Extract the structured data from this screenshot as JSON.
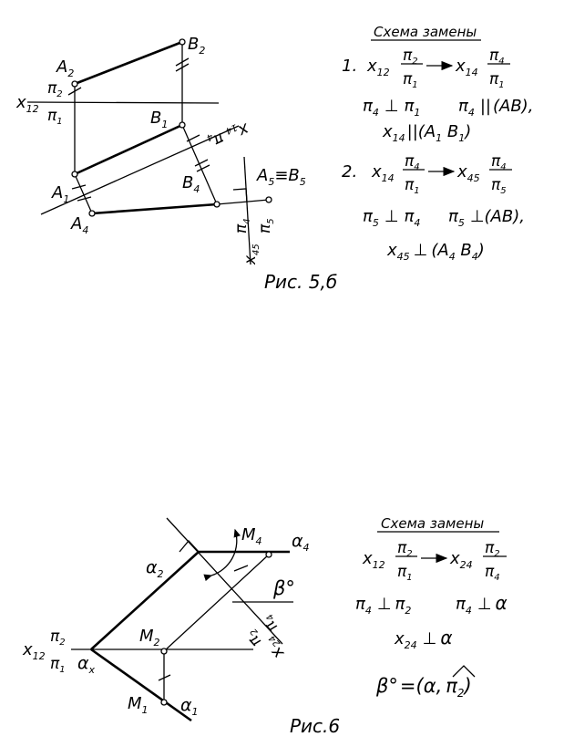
{
  "fig1": {
    "points": {
      "A2": {
        "m": "A",
        "s": "2"
      },
      "B2": {
        "m": "B",
        "s": "2"
      },
      "B1": {
        "m": "B",
        "s": "1"
      },
      "A1": {
        "m": "A",
        "s": "1"
      },
      "A4": {
        "m": "A",
        "s": "4"
      },
      "B4": {
        "m": "B",
        "s": "4"
      },
      "A5B5": {
        "a": "A",
        "as": "5",
        "eq": "≡",
        "b": "B",
        "bs": "5"
      }
    },
    "axes": {
      "x12": {
        "x": "x",
        "s": "12",
        "top": "π",
        "top_s": "2",
        "bot": "π",
        "bot_s": "1"
      },
      "x14": {
        "x": "x",
        "s": "14",
        "p": "π",
        "p_s": "4"
      },
      "x45": {
        "x": "x",
        "s": "45",
        "left": "π",
        "left_s": "4",
        "right": "π",
        "right_s": "5"
      }
    },
    "scheme": {
      "title": "Схема замены",
      "n1": "1.",
      "line1_x1": "x",
      "line1_s1": "12",
      "line1_f1t": "π",
      "line1_f1ts": "2",
      "line1_f1b": "π",
      "line1_f1bs": "1",
      "line1_x2": "x",
      "line1_s2": "14",
      "line1_f2t": "π",
      "line1_f2ts": "4",
      "line1_f2b": "π",
      "line1_f2bs": "1",
      "c1a": "π",
      "c1a_s": "4",
      "c1a_op": "⊥",
      "c1a_r": "π",
      "c1a_rs": "1",
      "c1b": "π",
      "c1b_s": "4",
      "c1b_op": "||",
      "c1b_r": "(AB),",
      "c1c": "x",
      "c1c_s": "14",
      "c1c_op": "||",
      "c1c_r1": "(A",
      "c1c_r1s": "1",
      "c1c_r2": " B",
      "c1c_r2s": "1",
      "c1c_end": ")",
      "n2": "2.",
      "line2_x1": "x",
      "line2_s1": "14",
      "line2_f1t": "π",
      "line2_f1ts": "4",
      "line2_f1b": "π",
      "line2_f1bs": "1",
      "line2_x2": "x",
      "line2_s2": "45",
      "line2_f2t": "π",
      "line2_f2ts": "4",
      "line2_f2b": "π",
      "line2_f2bs": "5",
      "c2a": "π",
      "c2a_s": "5",
      "c2a_op": "⊥",
      "c2a_r": "π",
      "c2a_rs": "4",
      "c2b": "π",
      "c2b_s": "5",
      "c2b_op": "⊥",
      "c2b_r": "(AB),",
      "c2c": "x",
      "c2c_s": "45",
      "c2c_op": "⊥",
      "c2c_r1": "(A",
      "c2c_r1s": "4",
      "c2c_r2": " B",
      "c2c_r2s": "4",
      "c2c_end": ")"
    },
    "caption": "Рис.   5,б"
  },
  "fig2": {
    "labels": {
      "M4": {
        "m": "M",
        "s": "4"
      },
      "a4": {
        "m": "α",
        "s": "4"
      },
      "a2": {
        "m": "α",
        "s": "2"
      },
      "M2": {
        "m": "M",
        "s": "2"
      },
      "M1": {
        "m": "M",
        "s": "1"
      },
      "a1": {
        "m": "α",
        "s": "1"
      },
      "beta": "β°",
      "ax": {
        "m": "α",
        "s": "x"
      }
    },
    "axes": {
      "x12": {
        "x": "x",
        "s": "12",
        "top": "π",
        "top_s": "2",
        "bot": "π",
        "bot_s": "1"
      },
      "x24": {
        "x": "x",
        "s": "24",
        "top": "π",
        "top_s": "2",
        "bot": "π",
        "bot_s": "4"
      }
    },
    "scheme": {
      "title": "Схема замены",
      "l1_x1": "x",
      "l1_s1": "12",
      "l1_f1t": "π",
      "l1_f1ts": "2",
      "l1_f1b": "π",
      "l1_f1bs": "1",
      "l1_x2": "x",
      "l1_s2": "24",
      "l1_f2t": "π",
      "l1_f2ts": "2",
      "l1_f2b": "π",
      "l1_f2bs": "4",
      "c1": "π",
      "c1_s": "4",
      "c1_op": "⊥",
      "c1_r": "π",
      "c1_rs": "2",
      "c2": "π",
      "c2_s": "4",
      "c2_op": "⊥",
      "c2_r": "α",
      "c3": "x",
      "c3_s": "24",
      "c3_op": "⊥",
      "c3_r": "α",
      "c4_l": "β°",
      "c4_eq": "=",
      "c4_open": "(",
      "c4_a": "α",
      "c4_comma": ",",
      "c4_p": "π",
      "c4_ps": "2",
      "c4_close": ")"
    },
    "caption": "Рис.6"
  }
}
